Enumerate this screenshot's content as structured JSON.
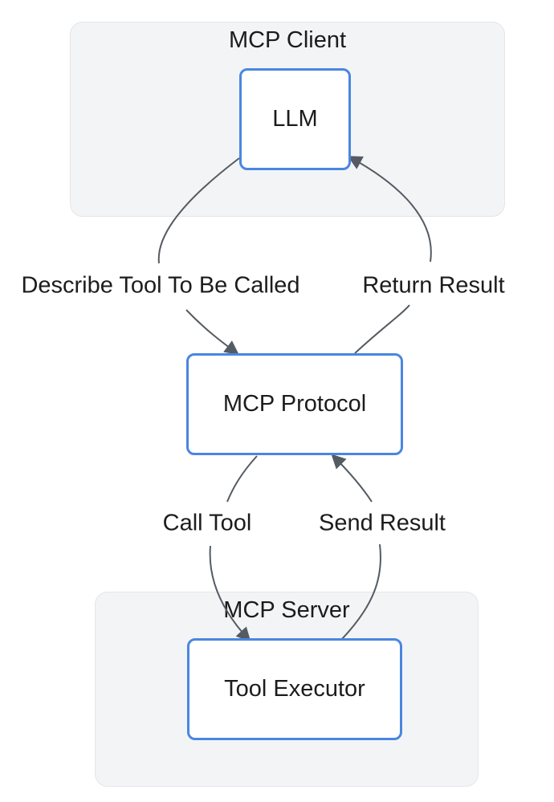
{
  "groups": {
    "client": {
      "label": "MCP Client"
    },
    "server": {
      "label": "MCP Server"
    }
  },
  "nodes": {
    "llm": "LLM",
    "protocol": "MCP Protocol",
    "executor": "Tool Executor"
  },
  "edges": {
    "describe": "Describe Tool To Be Called",
    "return": "Return Result",
    "call": "Call Tool",
    "send": "Send Result"
  },
  "colors": {
    "node_border": "#4a86e0",
    "group_fill": "#f2f4f6",
    "edge": "#555b63"
  }
}
